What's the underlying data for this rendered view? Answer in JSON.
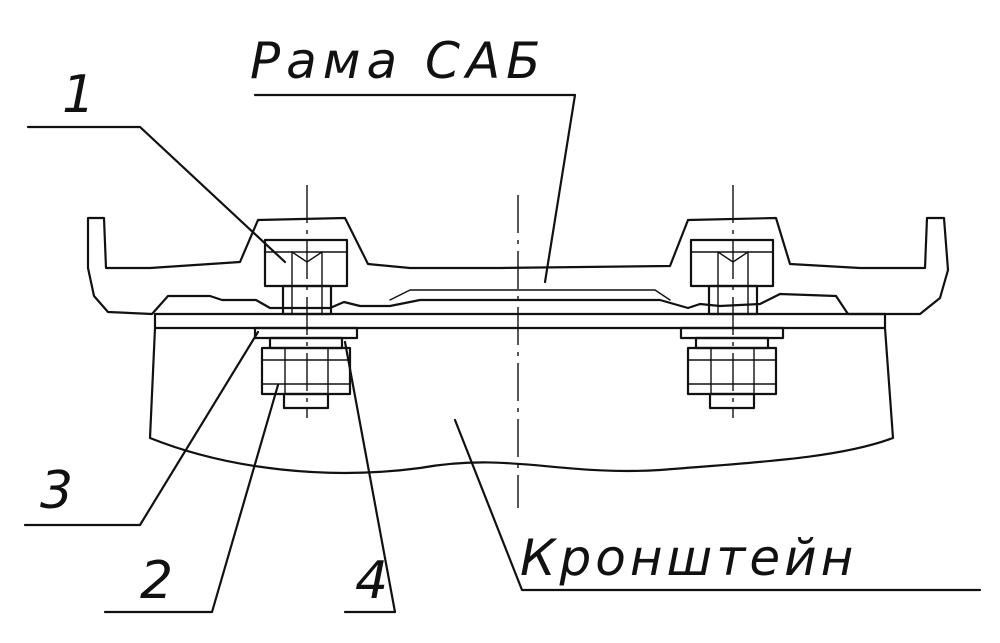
{
  "labels": {
    "frame": "Рама САБ",
    "bracket": "Кронштейн",
    "item1": "1",
    "item2": "2",
    "item3": "3",
    "item4": "4"
  },
  "colors": {
    "line": "#111111",
    "background": "#ffffff"
  }
}
